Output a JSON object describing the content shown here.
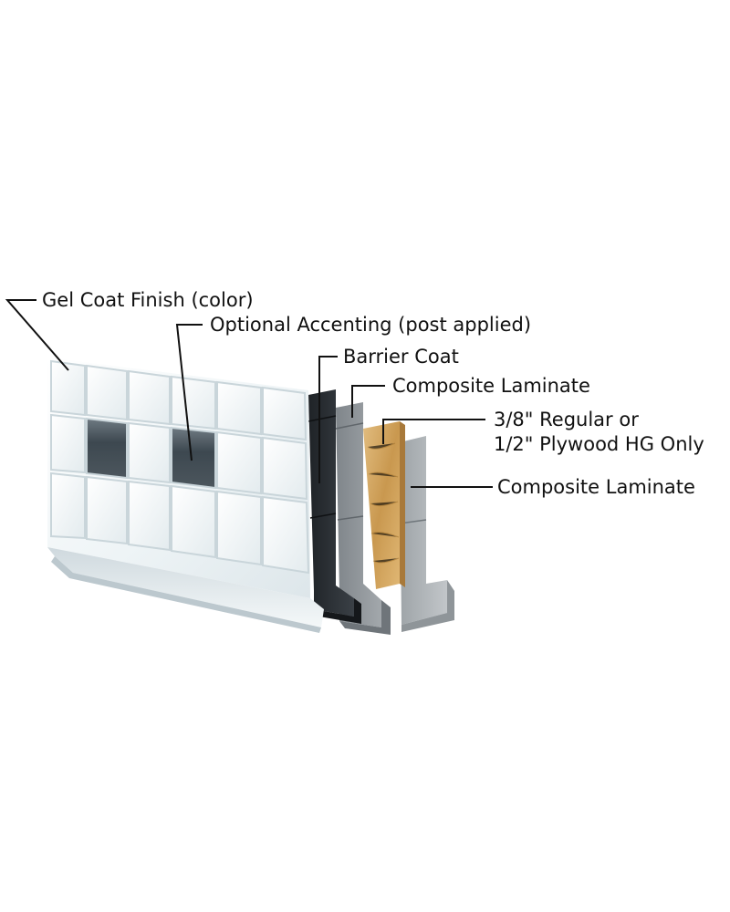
{
  "labels": {
    "gel_coat": "Gel Coat Finish (color)",
    "accenting": "Optional Accenting (post applied)",
    "barrier_coat": "Barrier Coat",
    "composite_laminate_1": "Composite Laminate",
    "plywood_line1": "3/8\" Regular or",
    "plywood_line2": "1/2\" Plywood HG Only",
    "composite_laminate_2": "Composite Laminate"
  },
  "colors": {
    "gel_coat_panel": "#f4f8f9",
    "accent_tile": "#404a52",
    "barrier_coat": "#2b2f33",
    "composite_laminate_1": "#8d9296",
    "plywood": "#d3a866",
    "composite_laminate_2": "#a7acb0"
  }
}
